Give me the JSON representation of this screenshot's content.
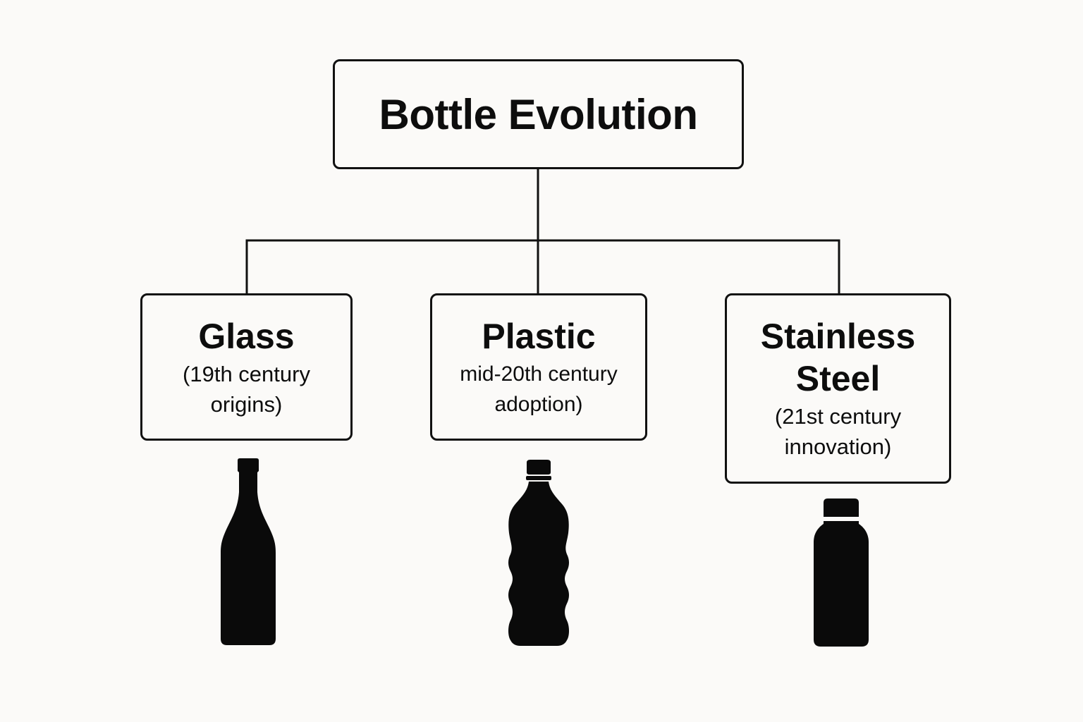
{
  "diagram": {
    "title": "Bottle Evolution",
    "children": [
      {
        "title_lines": [
          "Glass"
        ],
        "subtitle_lines": [
          "(19th century",
          "origins)"
        ],
        "icon": "glass-bottle-icon"
      },
      {
        "title_lines": [
          "Plastic"
        ],
        "subtitle_lines": [
          "mid-20th century",
          "adoption)"
        ],
        "icon": "plastic-bottle-icon"
      },
      {
        "title_lines": [
          "Stainless",
          "Steel"
        ],
        "subtitle_lines": [
          "(21st century",
          "innovation)"
        ],
        "icon": "steel-bottle-icon"
      }
    ],
    "colors": {
      "background": "#fbfaf8",
      "stroke": "#111111",
      "silhouette": "#0a0a0a"
    }
  }
}
